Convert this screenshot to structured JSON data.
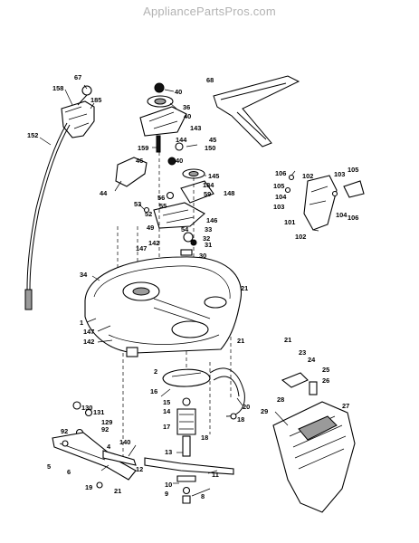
{
  "watermark": "AppliancePartsPros.com",
  "callouts": [
    "67",
    "158",
    "185",
    "152",
    "68",
    "40",
    "36",
    "40",
    "143",
    "144",
    "45",
    "150",
    "159",
    "40",
    "46",
    "44",
    "145",
    "184",
    "59",
    "148",
    "56",
    "55",
    "53",
    "52",
    "146",
    "54",
    "33",
    "49",
    "32",
    "147",
    "142",
    "31",
    "30",
    "34",
    "21",
    "1",
    "147",
    "142",
    "2",
    "21",
    "16",
    "15",
    "14",
    "20",
    "18",
    "18",
    "17",
    "13",
    "130",
    "131",
    "129",
    "92",
    "92",
    "140",
    "4",
    "5",
    "6",
    "19",
    "21",
    "12",
    "11",
    "10",
    "9",
    "8",
    "106",
    "102",
    "103",
    "105",
    "105",
    "104",
    "103",
    "104",
    "106",
    "101",
    "102",
    "21",
    "23",
    "24",
    "25",
    "26",
    "28",
    "29",
    "27"
  ]
}
